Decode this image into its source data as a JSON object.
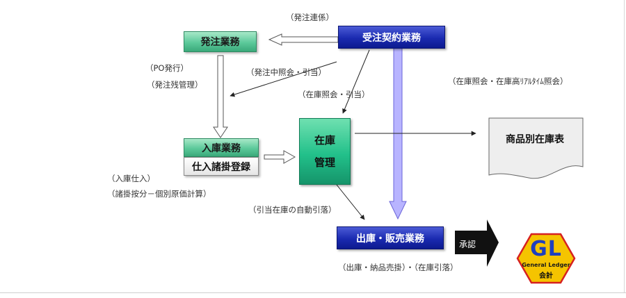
{
  "labels": {
    "hatchu_renkei": "（発注連係）",
    "po_hakko": "（PO発行）",
    "hatchu_zan": "（発注残管理）",
    "hatchu_chu": "（発注中照会・引当）",
    "zaiko_shokai": "（在庫照会・引当）",
    "realtime": "（在庫照会・在庫高ﾘｱﾙﾀｲﾑ照会）",
    "nyuko_shiire": "（入庫仕入）",
    "shokake": "（諸掛按分－個別原価計算）",
    "jido_hikiate": "（引当在庫の自動引落）",
    "shukko_bottom": "（出庫・納品売掛）・（在庫引落）"
  },
  "boxes": {
    "juchu": "受注契約業務",
    "hatchu": "発注業務",
    "nyuko": "入庫業務",
    "shiire": "仕入諸掛登録",
    "zaiko_line1": "在庫",
    "zaiko_line2": "管理",
    "shukko": "出庫・販売業務",
    "report": "商品別在庫表"
  },
  "approve": "承認",
  "gl": {
    "mark": "GL",
    "subtitle": "General Ledger",
    "name": "会計"
  },
  "colors": {
    "blue_box": "#1a2ab0",
    "green_box": "#5cc99a",
    "stock_box": "#22c08a",
    "lavender_arrow": "#b8b4ff",
    "gl_yellow": "#f5c400",
    "gl_border": "#d62020"
  }
}
